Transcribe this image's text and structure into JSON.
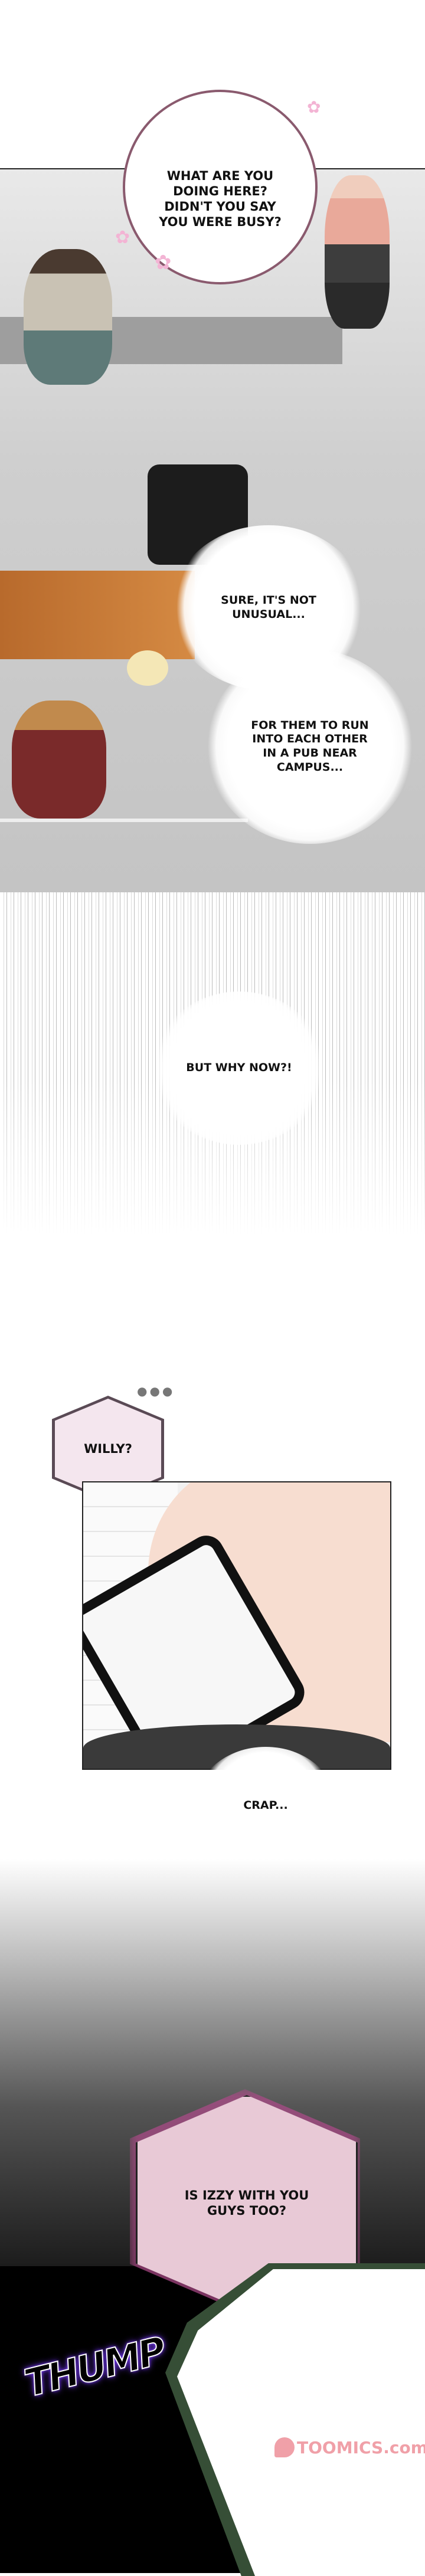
{
  "bubbles": {
    "top_speech": "WHAT ARE YOU DOING HERE? DIDN'T YOU SAY YOU WERE BUSY?",
    "thought_1": "SURE, IT'S NOT UNUSUAL...",
    "thought_2": "FOR THEM TO RUN INTO EACH OTHER IN A PUB NEAR CAMPUS...",
    "thought_3": "BUT WHY NOW?!",
    "willy": "WILLY?",
    "crap": "CRAP...",
    "izzy": "IS IZZY WITH YOU GUYS TOO?"
  },
  "sfx": {
    "thump": "THUMP"
  },
  "watermark": "TOOMICS.com",
  "colors": {
    "bubble_border": "#8a5a6e",
    "hex_pink": "#e8c9d6",
    "thump_glow": "#7a3cff",
    "watermark": "#f0a0a8",
    "panel_edge": "#364e36"
  }
}
